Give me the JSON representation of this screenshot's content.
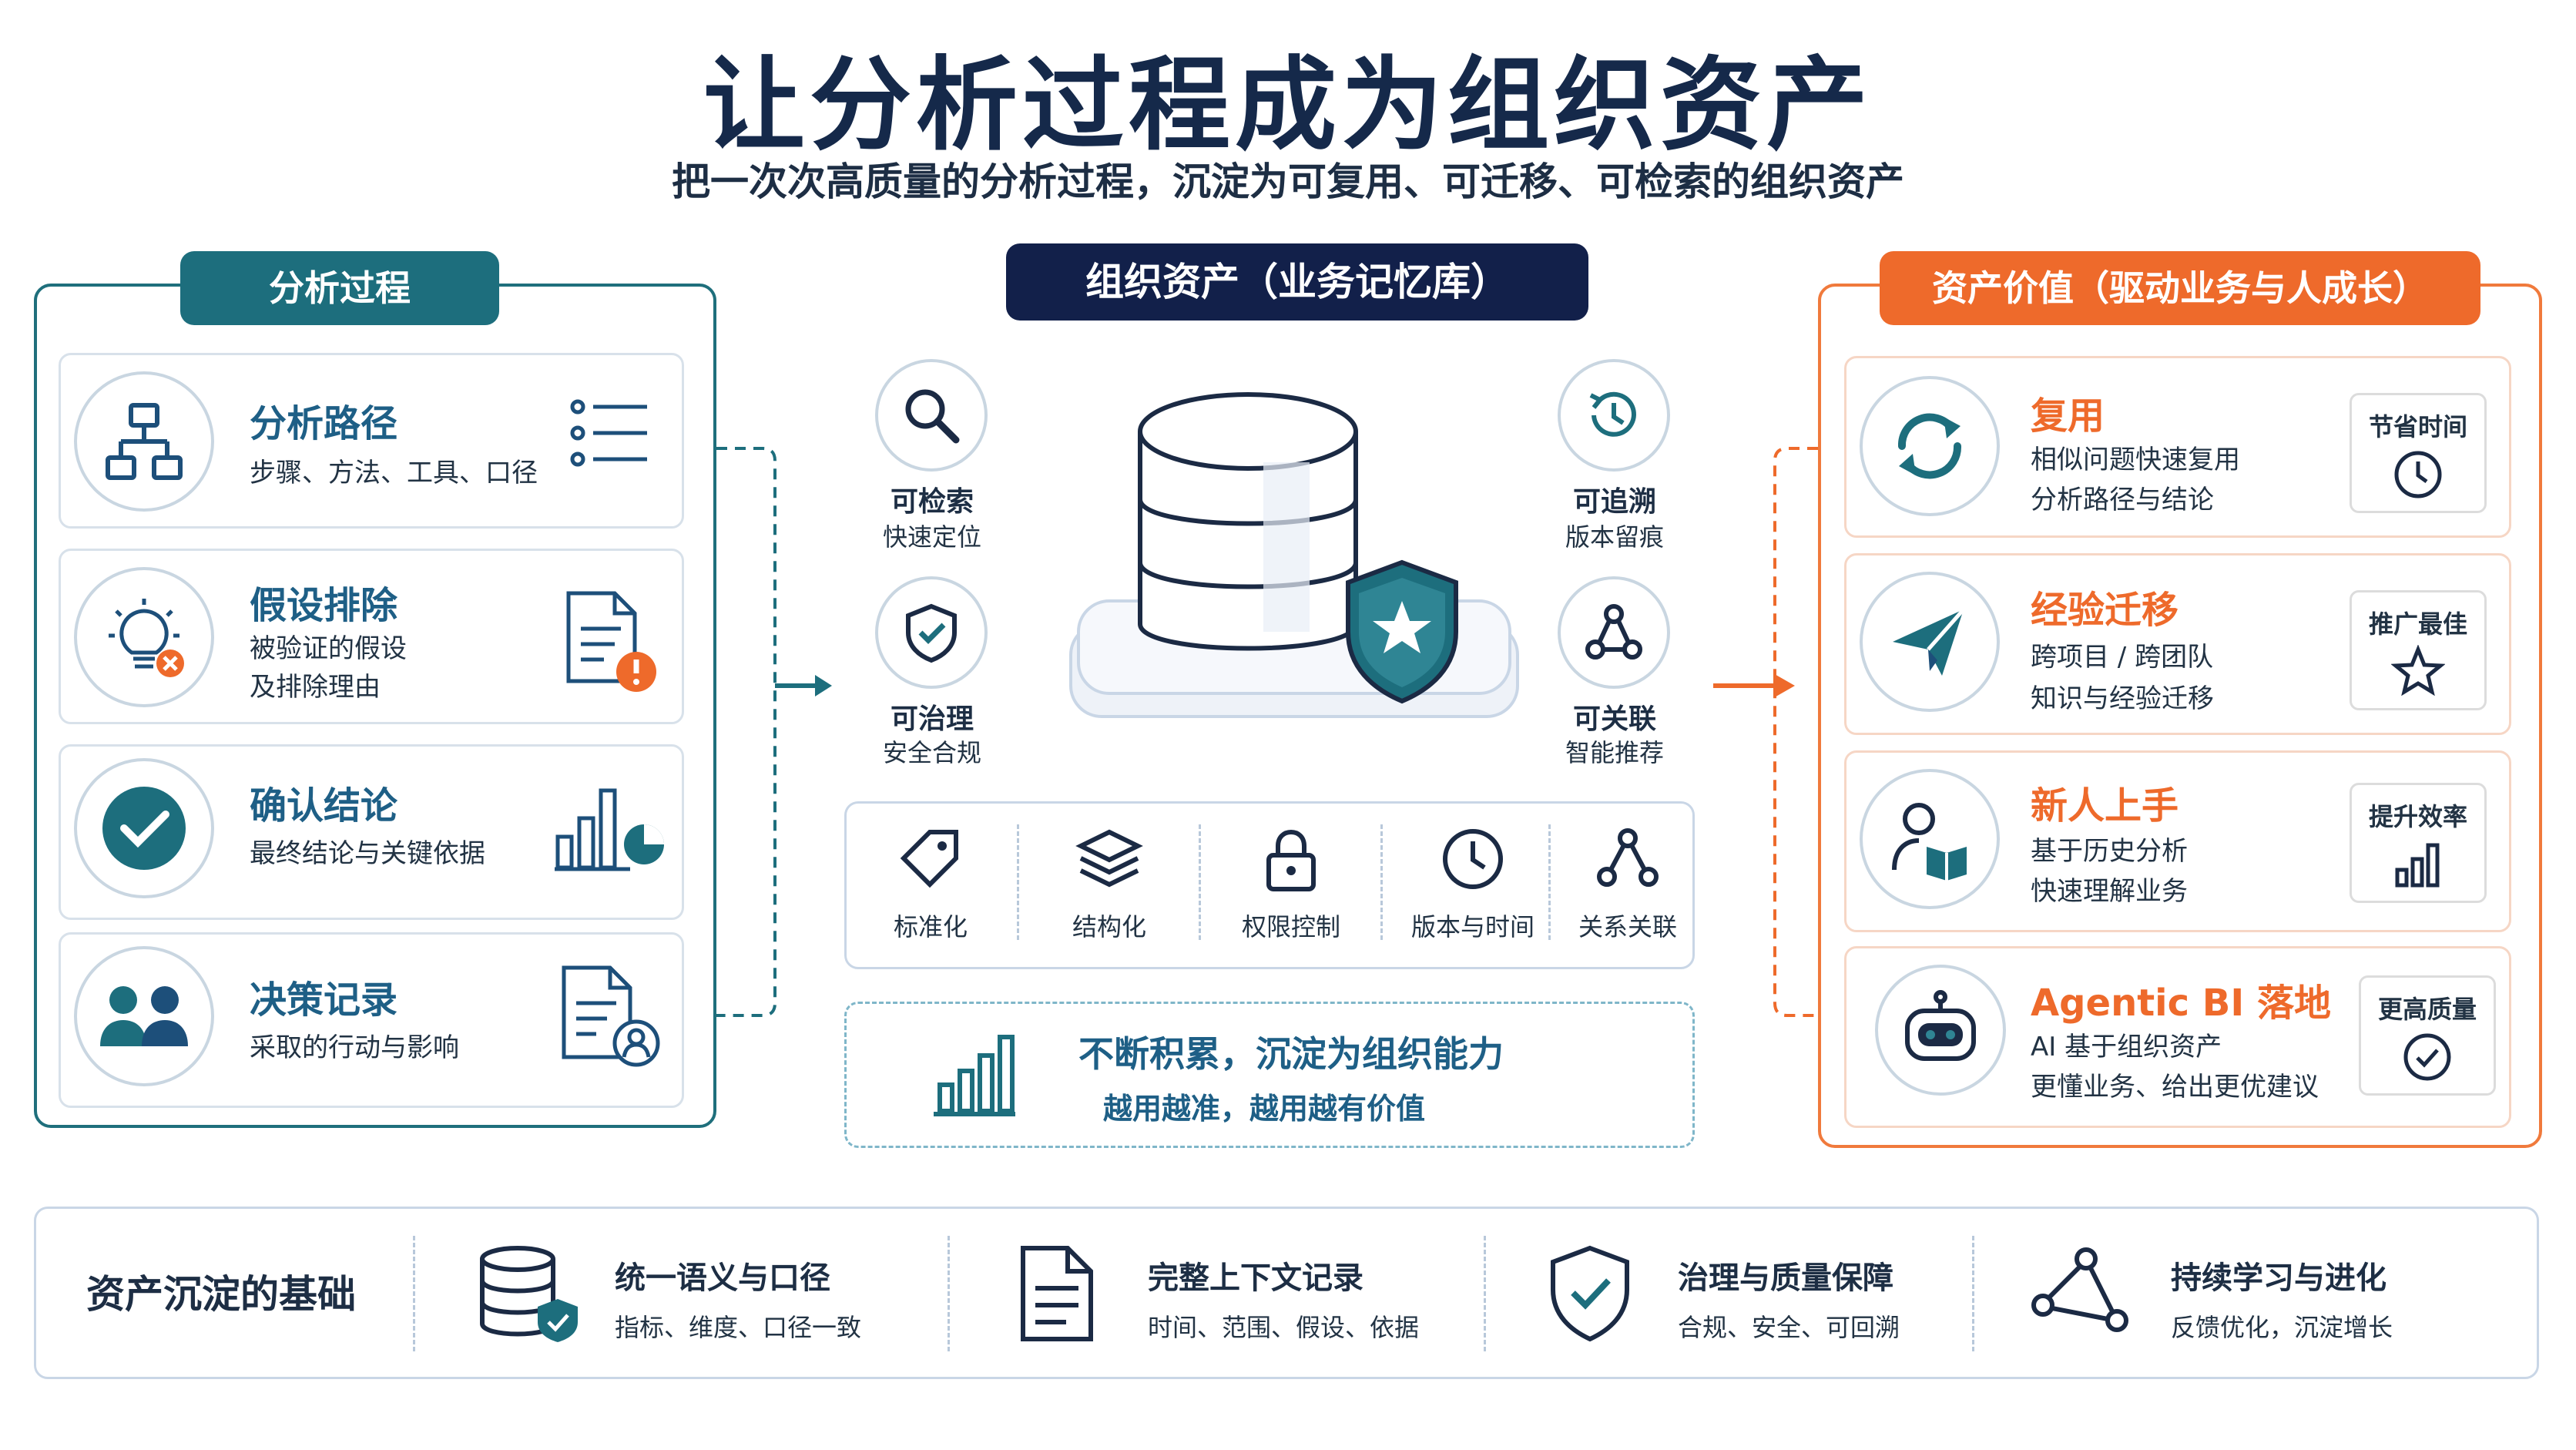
{
  "title": "让分析过程成为组织资产",
  "subtitle": "把一次次高质量的分析过程，沉淀为可复用、可迁移、可检索的组织资产",
  "left": {
    "header": "分析过程",
    "items": [
      {
        "title": "分析路径",
        "desc": [
          "步骤、方法、工具、口径"
        ],
        "icon": "flowchart-icon",
        "side_icon": "list-icon"
      },
      {
        "title": "假设排除",
        "desc": [
          "被验证的假设",
          "及排除理由"
        ],
        "icon": "lightbulb-x-icon",
        "side_icon": "document-alert-icon"
      },
      {
        "title": "确认结论",
        "desc": [
          "最终结论与关键依据"
        ],
        "icon": "check-circle-icon",
        "side_icon": "chart-pie-icon"
      },
      {
        "title": "决策记录",
        "desc": [
          "采取的行动与影响"
        ],
        "icon": "people-icon",
        "side_icon": "document-person-icon"
      }
    ]
  },
  "center": {
    "header": "组织资产（业务记忆库）",
    "features": [
      {
        "title": "可检索",
        "sub": "快速定位",
        "icon": "search-icon"
      },
      {
        "title": "可追溯",
        "sub": "版本留痕",
        "icon": "clock-history-icon"
      },
      {
        "title": "可治理",
        "sub": "安全合规",
        "icon": "shield-check-icon"
      },
      {
        "title": "可关联",
        "sub": "智能推荐",
        "icon": "network-icon"
      }
    ],
    "strip": [
      {
        "label": "标准化",
        "icon": "tag-icon"
      },
      {
        "label": "结构化",
        "icon": "layers-icon"
      },
      {
        "label": "权限控制",
        "icon": "lock-icon"
      },
      {
        "label": "版本与时间",
        "icon": "clock-icon"
      },
      {
        "label": "关系关联",
        "icon": "nodes-icon"
      }
    ],
    "accum_title": "不断积累，沉淀为组织能力",
    "accum_sub": "越用越准，越用越有价值"
  },
  "right": {
    "header": "资产价值（驱动业务与人成长）",
    "items": [
      {
        "title": "复用",
        "desc": [
          "相似问题快速复用",
          "分析路径与结论"
        ],
        "badge": "节省时间",
        "icon": "refresh-icon",
        "badge_icon": "clock-icon"
      },
      {
        "title": "经验迁移",
        "desc": [
          "跨项目 / 跨团队",
          "知识与经验迁移"
        ],
        "badge": "推广最佳",
        "icon": "paper-plane-icon",
        "badge_icon": "star-icon"
      },
      {
        "title": "新人上手",
        "desc": [
          "基于历史分析",
          "快速理解业务"
        ],
        "badge": "提升效率",
        "icon": "person-book-icon",
        "badge_icon": "bar-chart-icon"
      },
      {
        "title": "Agentic BI 落地",
        "desc": [
          "AI 基于组织资产",
          "更懂业务、给出更优建议"
        ],
        "badge": "更高质量",
        "icon": "robot-icon",
        "badge_icon": "check-icon"
      }
    ]
  },
  "bottom": {
    "heading": "资产沉淀的基础",
    "items": [
      {
        "title": "统一语义与口径",
        "sub": "指标、维度、口径一致",
        "icon": "database-check-icon"
      },
      {
        "title": "完整上下文记录",
        "sub": "时间、范围、假设、依据",
        "icon": "document-icon"
      },
      {
        "title": "治理与质量保障",
        "sub": "合规、安全、可回溯",
        "icon": "shield-check-icon"
      },
      {
        "title": "持续学习与进化",
        "sub": "反馈优化，沉淀增长",
        "icon": "network-icon"
      }
    ]
  },
  "colors": {
    "teal": "#1d6e7d",
    "navy": "#12204a",
    "orange": "#ee6a2b"
  }
}
